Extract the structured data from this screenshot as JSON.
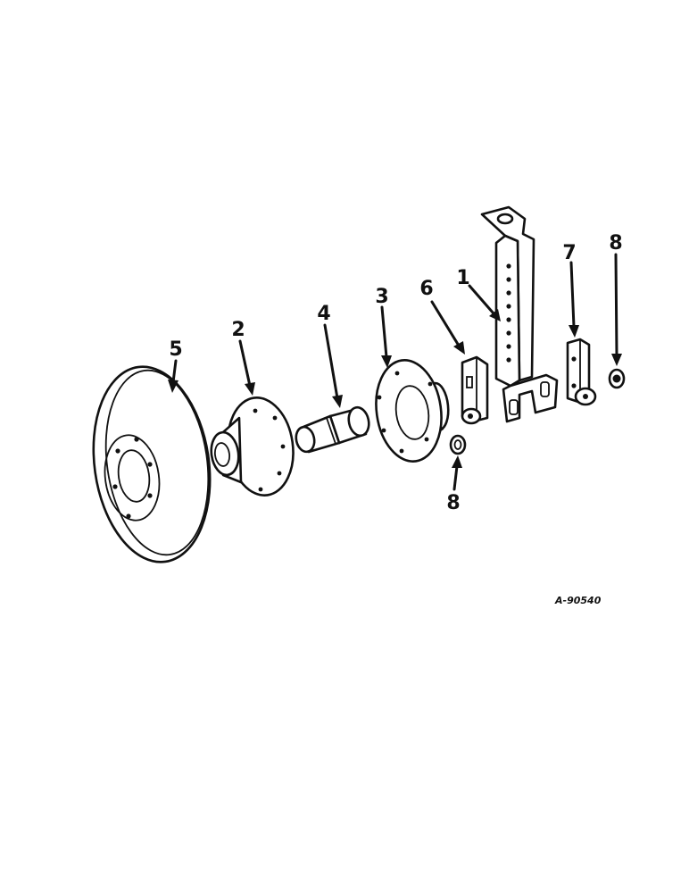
{
  "figure_id": "A-90540",
  "callouts": {
    "c1": "1",
    "c2": "2",
    "c3": "3",
    "c4": "4",
    "c5": "5",
    "c6": "6",
    "c7": "7",
    "c8_top": "8",
    "c8_bottom": "8"
  },
  "colors": {
    "ink": "#111111",
    "paper": "#ffffff"
  }
}
